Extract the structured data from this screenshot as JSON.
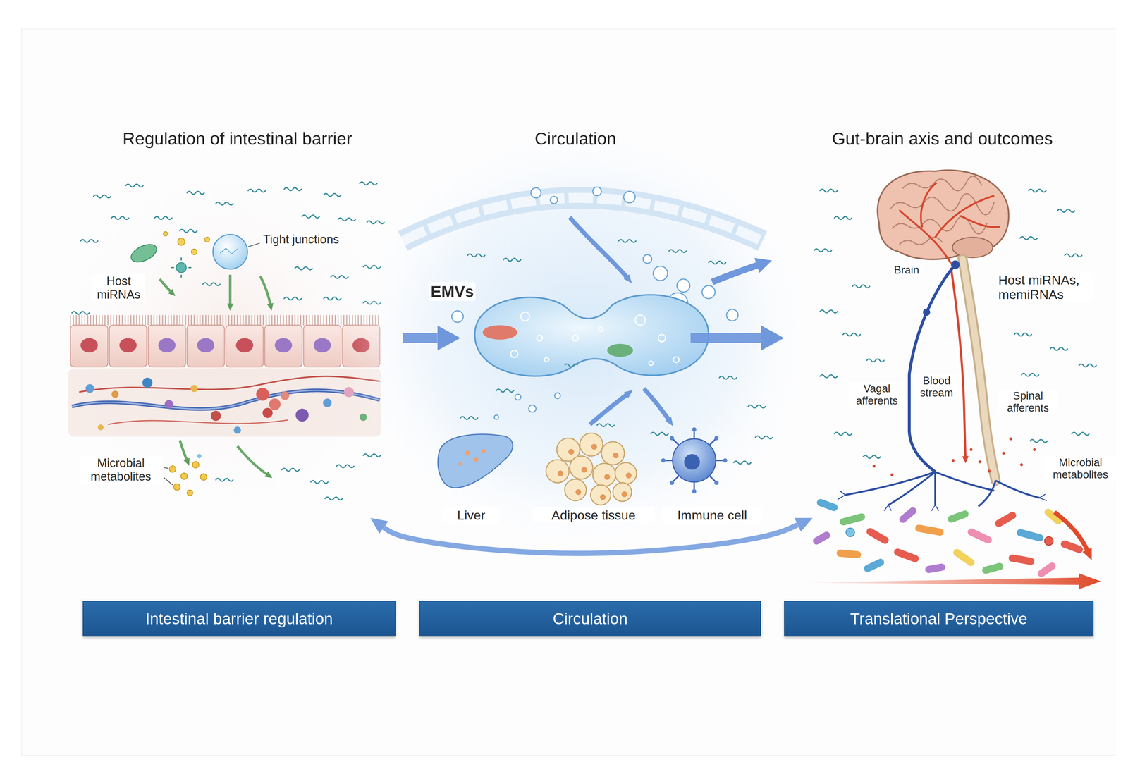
{
  "diagram": {
    "nodes": [
      {
        "text": [
          "Regulation of intestinal barrier"
        ]
      },
      {
        "text": [
          "Circulation"
        ]
      },
      {
        "text": [
          "Gut-brain axis and outcomes"
        ]
      },
      {
        "text": [
          "Intestinal barrier regulation"
        ]
      },
      {
        "text": [
          "Circulation"
        ]
      },
      {
        "text": [
          "Translational Perspective"
        ]
      }
    ],
    "edges": [
      {
        "from": 0,
        "to": 1,
        "arrow": "to"
      },
      {
        "from": 1,
        "to": 2,
        "arrow": "to"
      },
      {
        "from": 0,
        "to": 2,
        "arrow": "both"
      }
    ],
    "labels": [
      "Tight junctions",
      "Host miRNAs",
      "Microbial metabolites",
      "EMVs",
      "Liver",
      "Adipose tissue",
      "Immune cell",
      "Brain",
      "Host miRNAs, memiRNAs",
      "Vagal afferents",
      "Blood stream",
      "Spinal afferents",
      "Microbial metabolites"
    ]
  }
}
